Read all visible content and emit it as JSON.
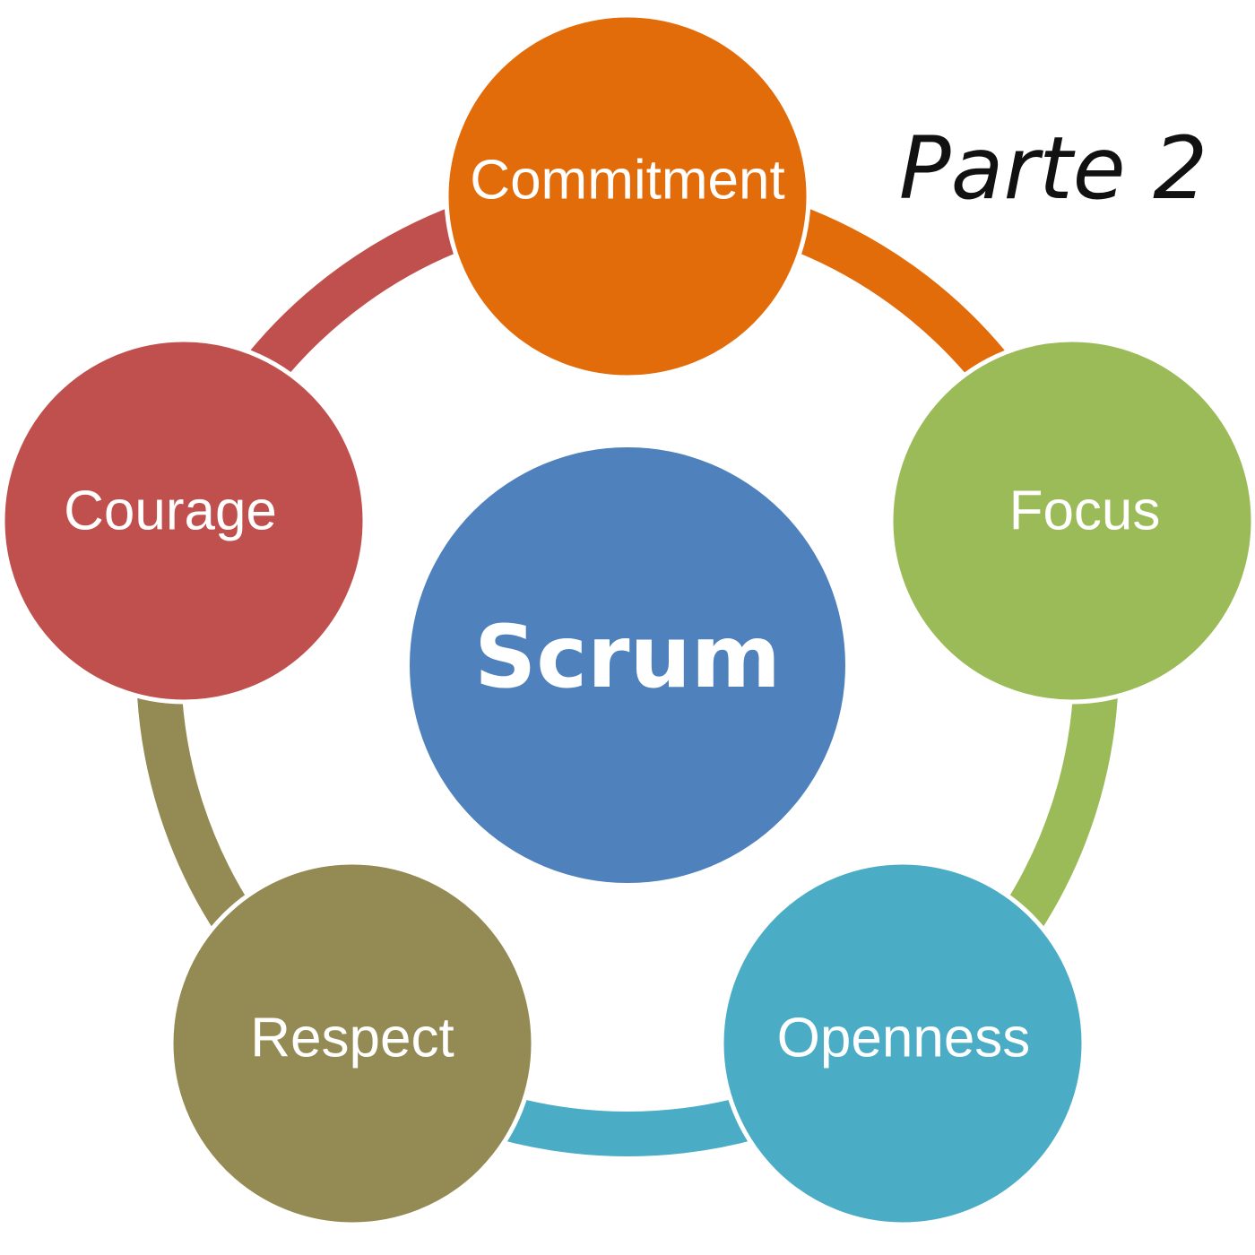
{
  "title": "Parte 2",
  "center": {
    "label": "Scrum",
    "color": "#4f81bd"
  },
  "values": [
    {
      "label": "Commitment",
      "color": "#e36c0a"
    },
    {
      "label": "Focus",
      "color": "#9bbb59"
    },
    {
      "label": "Openness",
      "color": "#4bacc6"
    },
    {
      "label": "Respect",
      "color": "#948a54"
    },
    {
      "label": "Courage",
      "color": "#c0504d"
    }
  ]
}
